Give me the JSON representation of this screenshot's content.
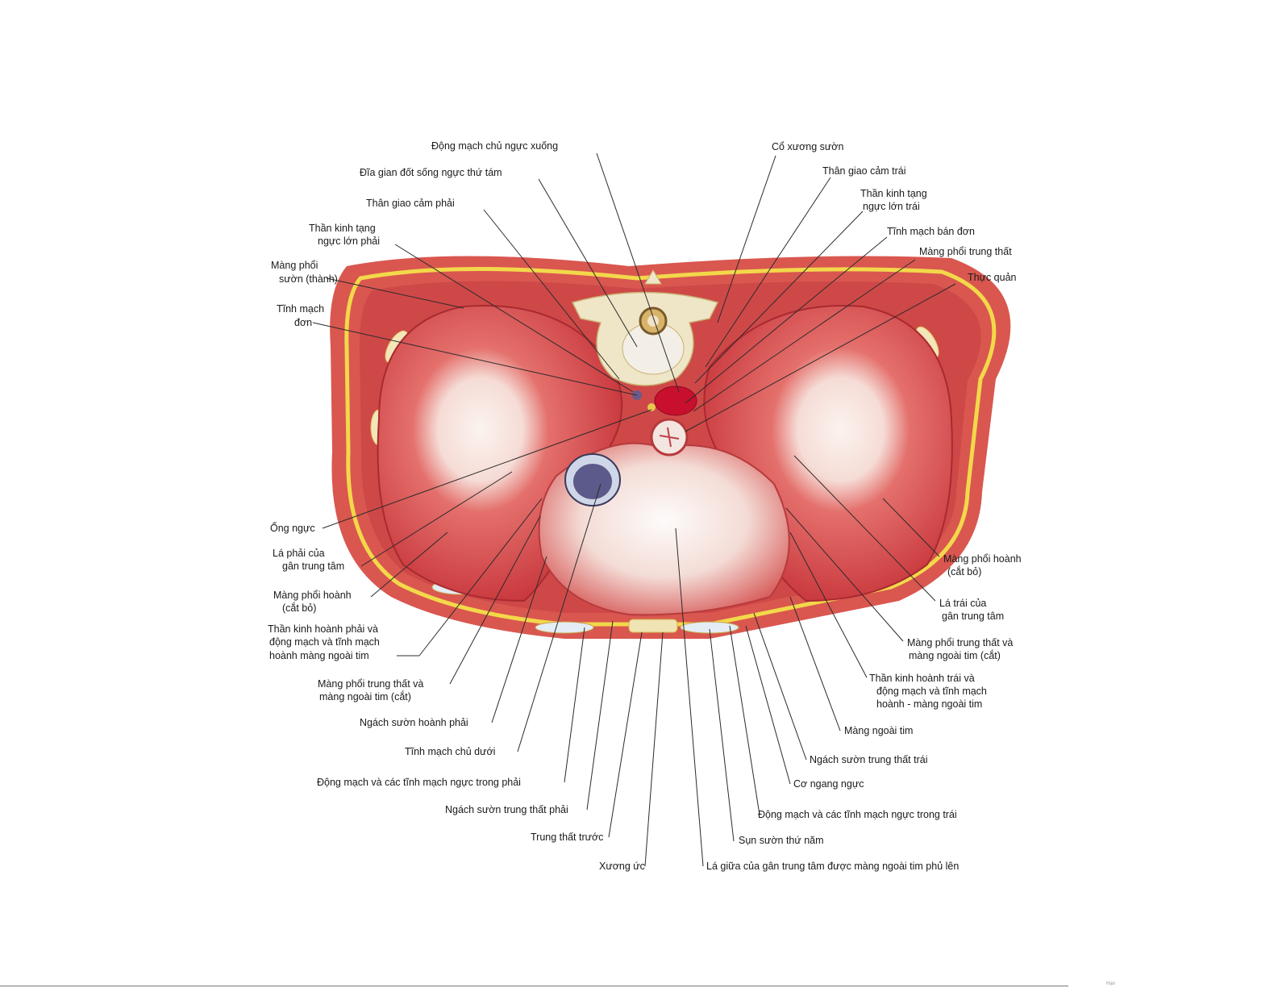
{
  "labels": {
    "dong_mach_chu": "Động mạch chủ ngực xuống",
    "dia_gian": "Đĩa gian đốt sống ngực thứ tám",
    "than_giao_cam_phai": "Thân giao cảm phải",
    "than_kinh_tang_phai_1": "Thần kinh tạng",
    "than_kinh_tang_phai_2": "ngực lớn phải",
    "mang_phoi_suon_1": "Màng phổi",
    "mang_phoi_suon_2": "sườn (thành)",
    "tinh_mach_don_1": "Tĩnh mạch",
    "tinh_mach_don_2": "đơn",
    "ong_nguc": "Ống ngực",
    "la_phai_1": "Lá phải của",
    "la_phai_2": "gân trung tâm",
    "mang_phoi_hoanh_phai_1": "Màng phổi hoành",
    "mang_phoi_hoanh_phai_2": "(cắt bỏ)",
    "than_kinh_hoanh_phai_1": "Thần kinh hoành phải và",
    "than_kinh_hoanh_phai_2": "động mạch và tĩnh mạch",
    "than_kinh_hoanh_phai_3": "hoành màng ngoài tim",
    "mptt_phai_1": "Màng phổi trung thất và",
    "mptt_phai_2": "màng ngoài tim (cắt)",
    "ngach_suon_hoanh_phai": "Ngách sườn hoành phải",
    "tinh_mach_chu_duoi": "Tĩnh mạch chủ dưới",
    "dm_tm_nguc_trong_phai": "Động mạch và các tĩnh mạch ngực trong phải",
    "ngach_suon_trung_that_phai": "Ngách sườn trung thất phải",
    "trung_that_truoc": "Trung thất trước",
    "xuong_uc": "Xương ức",
    "co_xuong_suon": "Cổ xương sườn",
    "than_giao_cam_trai": "Thân giao cảm trái",
    "than_kinh_tang_trai_1": "Thần kinh tạng",
    "than_kinh_tang_trai_2": "ngực lớn trái",
    "tinh_mach_ban_don": "Tĩnh mạch bán đơn",
    "mang_phoi_trung_that": "Màng phổi trung thất",
    "thuc_quan": "Thực quản",
    "mang_phoi_hoanh_trai_1": "Màng phổi hoành",
    "mang_phoi_hoanh_trai_2": "(cắt bỏ)",
    "la_trai_1": "Lá trái của",
    "la_trai_2": "gân trung tâm",
    "mptt_trai_1": "Màng phổi trung thất và",
    "mptt_trai_2": "màng ngoài tim (cắt)",
    "than_kinh_hoanh_trai_1": "Thần kinh hoành trái và",
    "than_kinh_hoanh_trai_2": "động mạch và tĩnh mạch",
    "than_kinh_hoanh_trai_3": "hoành - màng ngoài tim",
    "mang_ngoai_tim": "Màng ngoài tim",
    "ngach_suon_trung_that_trai": "Ngách sườn trung thất trái",
    "co_ngang_nguc": "Cơ ngang ngực",
    "dm_tm_nguc_trong_trai": "Động mạch và các tĩnh mạch ngực trong trái",
    "sun_suon_thu_nam": "Sụn sườn thứ năm",
    "la_giua": "Lá giữa của gân trung tâm được màng ngoài tim phủ lên"
  },
  "colors": {
    "body_wall": "#d9574f",
    "fat_layer": "#f2d84a",
    "diaphragm": "#d13c3f",
    "tendon": "#f4e6e2",
    "vertebra": "#efe6c8",
    "aorta": "#c8102e",
    "ivc": "#5b5a8a",
    "leader_line": "#2b2b2b"
  },
  "footer_mark": "Hạn"
}
